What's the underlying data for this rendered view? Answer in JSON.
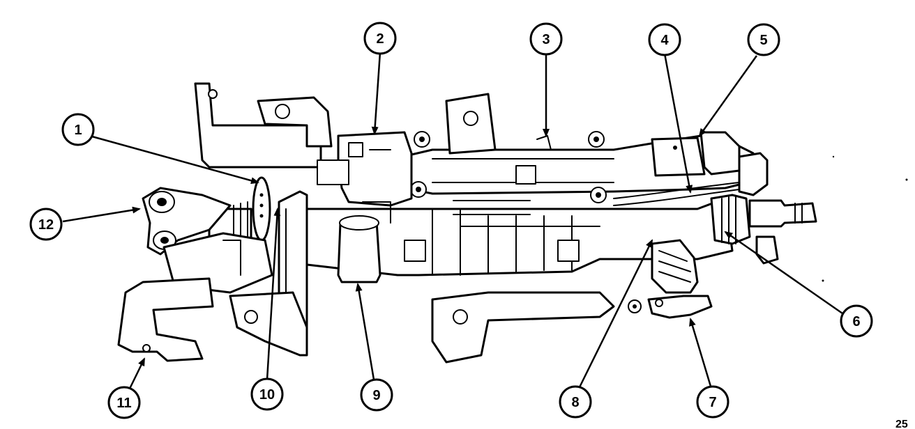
{
  "diagram": {
    "callouts": [
      {
        "label": "1"
      },
      {
        "label": "2"
      },
      {
        "label": "3"
      },
      {
        "label": "4"
      },
      {
        "label": "5"
      },
      {
        "label": "6"
      },
      {
        "label": "7"
      },
      {
        "label": "8"
      },
      {
        "label": "9"
      },
      {
        "label": "10"
      },
      {
        "label": "11"
      },
      {
        "label": "12"
      }
    ],
    "reference_code": "25"
  }
}
